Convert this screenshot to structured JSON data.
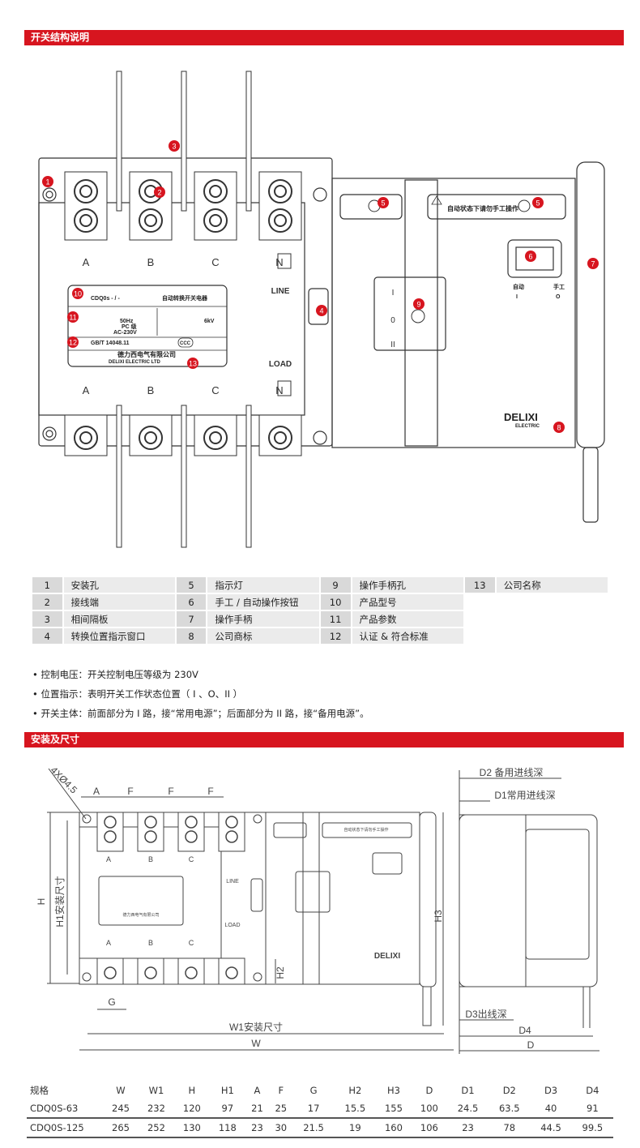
{
  "sections": {
    "structure_title": "开关结构说明",
    "install_title": "安装及尺寸"
  },
  "drawing1": {
    "phases_top": [
      "A",
      "B",
      "C",
      "N"
    ],
    "phases_bottom": [
      "A",
      "B",
      "C",
      "N"
    ],
    "line_label": "LINE",
    "load_label": "LOAD",
    "nameplate": {
      "model": "CDQ0s -    /    -",
      "name": "自动转换开关电器",
      "freq": "50Hz",
      "class": "PC 级",
      "voltage": "AC-230V",
      "kv": "6kV",
      "standard": "GB/T 14048.11",
      "ccc": "CCC",
      "company_cn": "德力西电气有限公司",
      "company_en": "DELIXI ELECTRIC LTD"
    },
    "warning": "自动状态下请勿手工操作",
    "auto_label": "自动",
    "auto_pos": "I",
    "manual_label": "手工",
    "manual_pos": "O",
    "positions": [
      "I",
      "0",
      "II"
    ],
    "brand": "DELIXI",
    "brand_sub": "ELECTRIC",
    "callouts": [
      "1",
      "2",
      "3",
      "4",
      "5",
      "5",
      "6",
      "7",
      "8",
      "9",
      "10",
      "11",
      "12",
      "13"
    ]
  },
  "legend": [
    [
      {
        "n": "1",
        "l": "安装孔"
      },
      {
        "n": "5",
        "l": "指示灯"
      },
      {
        "n": "9",
        "l": "操作手柄孔"
      },
      {
        "n": "13",
        "l": "公司名称"
      }
    ],
    [
      {
        "n": "2",
        "l": "接线端"
      },
      {
        "n": "6",
        "l": "手工 / 自动操作按钮"
      },
      {
        "n": "10",
        "l": "产品型号"
      }
    ],
    [
      {
        "n": "3",
        "l": "相间隔板"
      },
      {
        "n": "7",
        "l": "操作手柄"
      },
      {
        "n": "11",
        "l": "产品参数"
      }
    ],
    [
      {
        "n": "4",
        "l": "转换位置指示窗口"
      },
      {
        "n": "8",
        "l": "公司商标"
      },
      {
        "n": "12",
        "l": "认证 & 符合标准"
      }
    ]
  ],
  "notes": [
    "• 控制电压：开关控制电压等级为 230V",
    "• 位置指示：表明开关工作状态位置（ I 、O、II ）",
    "• 开关主体：前面部分为 I 路，接“常用电源”；后面部分为 II 路，接“备用电源”。"
  ],
  "drawing2": {
    "hole": "4XØ4.5",
    "A": "A",
    "F": "F",
    "H": "H",
    "H1": "H1安装尺寸",
    "H2": "H2",
    "H3": "H3",
    "G": "G",
    "W1": "W1安装尺寸",
    "W": "W",
    "D2": "D2 备用进线深",
    "D1": "D1常用进线深",
    "D3": "D3出线深",
    "D4": "D4",
    "D": "D"
  },
  "dims": {
    "headers": [
      "规格",
      "W",
      "W1",
      "H",
      "H1",
      "A",
      "F",
      "G",
      "H2",
      "H3",
      "D",
      "D1",
      "D2",
      "D3",
      "D4"
    ],
    "rows": [
      [
        "CDQ0S-63",
        "245",
        "232",
        "120",
        "97",
        "21",
        "25",
        "17",
        "15.5",
        "155",
        "100",
        "24.5",
        "63.5",
        "40",
        "91"
      ],
      [
        "CDQ0S-125",
        "265",
        "252",
        "130",
        "118",
        "23",
        "30",
        "21.5",
        "19",
        "160",
        "106",
        "23",
        "78",
        "44.5",
        "99.5"
      ]
    ]
  },
  "colors": {
    "accent": "#d7151f"
  }
}
